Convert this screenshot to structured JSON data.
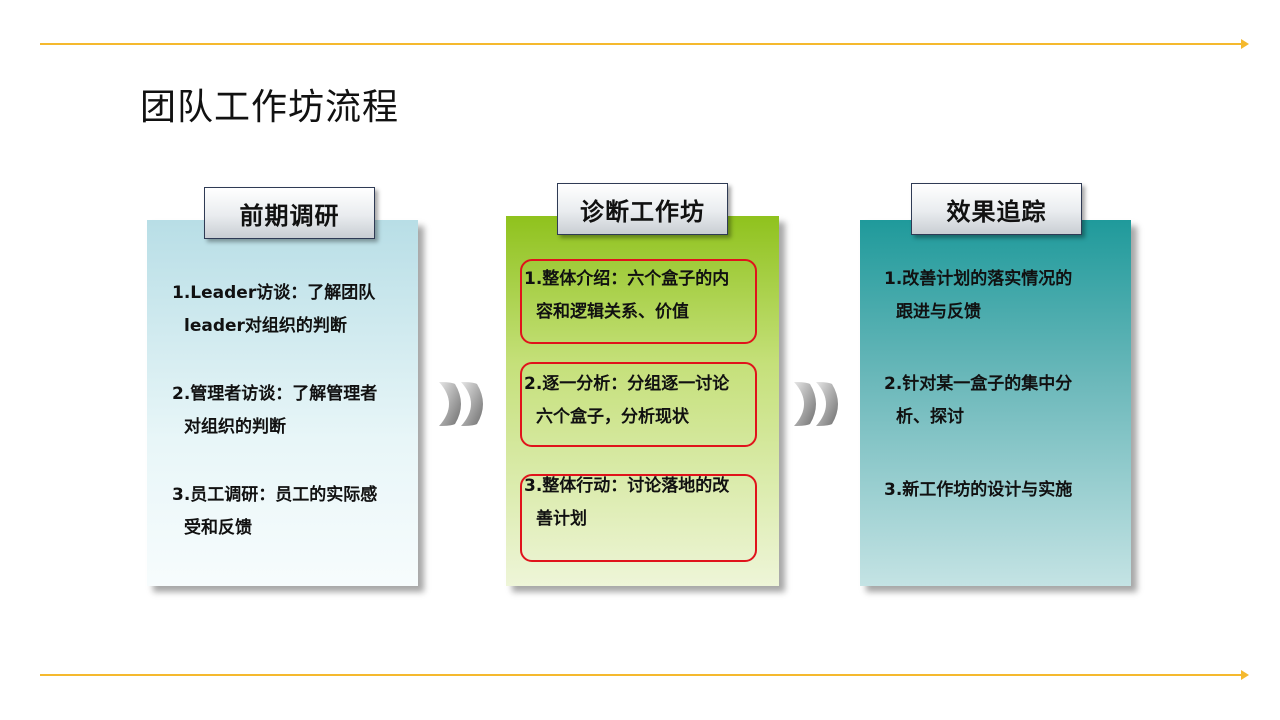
{
  "title": "团队工作坊流程",
  "columns": [
    {
      "header": "前期调研",
      "items": [
        {
          "line1": "1.Leader访谈：了解团队",
          "line2": "leader对组织的判断"
        },
        {
          "line1": "2.管理者访谈：了解管理者",
          "line2": "对组织的判断"
        },
        {
          "line1": "3.员工调研：员工的实际感",
          "line2": "受和反馈"
        }
      ]
    },
    {
      "header": "诊断工作坊",
      "items": [
        {
          "line1": "1.整体介绍：六个盒子的内",
          "line2": "容和逻辑关系、价值"
        },
        {
          "line1": "2.逐一分析：分组逐一讨论",
          "line2": "六个盒子，分析现状"
        },
        {
          "line1": "3.整体行动：讨论落地的改",
          "line2": "善计划"
        }
      ]
    },
    {
      "header": "效果追踪",
      "items": [
        {
          "line1": "1.改善计划的落实情况的",
          "line2": "跟进与反馈"
        },
        {
          "line1": "2.针对某一盒子的集中分",
          "line2": "析、探讨"
        },
        {
          "line1": "3.新工作坊的设计与实施",
          "line2": ""
        }
      ]
    }
  ],
  "colors": {
    "accent_line": "#f5b92e",
    "highlight_border": "#e0131b",
    "panel1_top": "#b8dee6",
    "panel2_top": "#8fc21d",
    "panel3_top": "#1f9a9b"
  },
  "icons": [
    "chevron-right-icon",
    "chevron-right-icon"
  ]
}
